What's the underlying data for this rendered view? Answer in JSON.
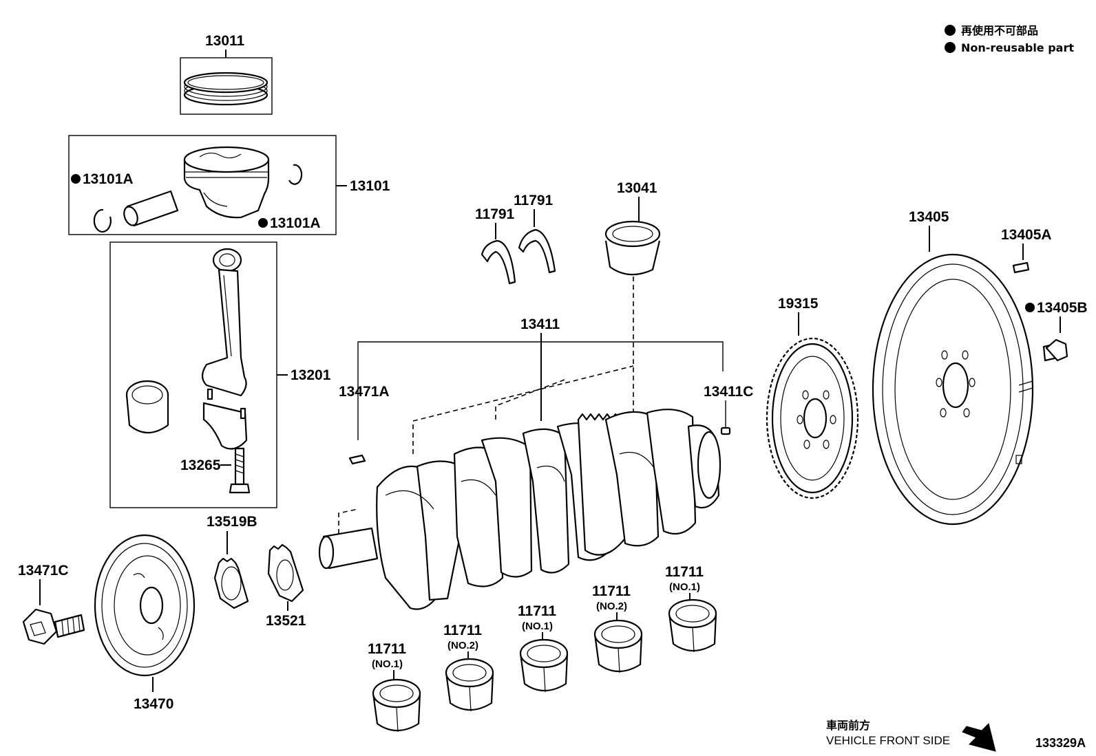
{
  "legend": {
    "line1": "再使用不可部品",
    "line2": "Non-reusable part",
    "marker": "filled-circle-marker"
  },
  "parts": {
    "p13011": "13011",
    "p13101": "13101",
    "p13101A_left": "13101A",
    "p13101A_right": "13101A",
    "p13201": "13201",
    "p13265": "13265",
    "p11791_a": "11791",
    "p11791_b": "11791",
    "p13041": "13041",
    "p13411": "13411",
    "p13471A": "13471A",
    "p13411C": "13411C",
    "p19315": "19315",
    "p13405": "13405",
    "p13405A": "13405A",
    "p13405B": "13405B",
    "p13519B": "13519B",
    "p13521": "13521",
    "p13471C": "13471C",
    "p13470": "13470",
    "b1": {
      "num": "11711",
      "sub": "(NO.1)"
    },
    "b2": {
      "num": "11711",
      "sub": "(NO.2)"
    },
    "b3": {
      "num": "11711",
      "sub": "(NO.1)"
    },
    "b4": {
      "num": "11711",
      "sub": "(NO.2)"
    },
    "b5": {
      "num": "11711",
      "sub": "(NO.1)"
    }
  },
  "direction": {
    "jp": "車両前方",
    "en": "VEHICLE FRONT SIDE",
    "icon": "arrow-down-right-icon"
  },
  "figure_code": "133329A"
}
